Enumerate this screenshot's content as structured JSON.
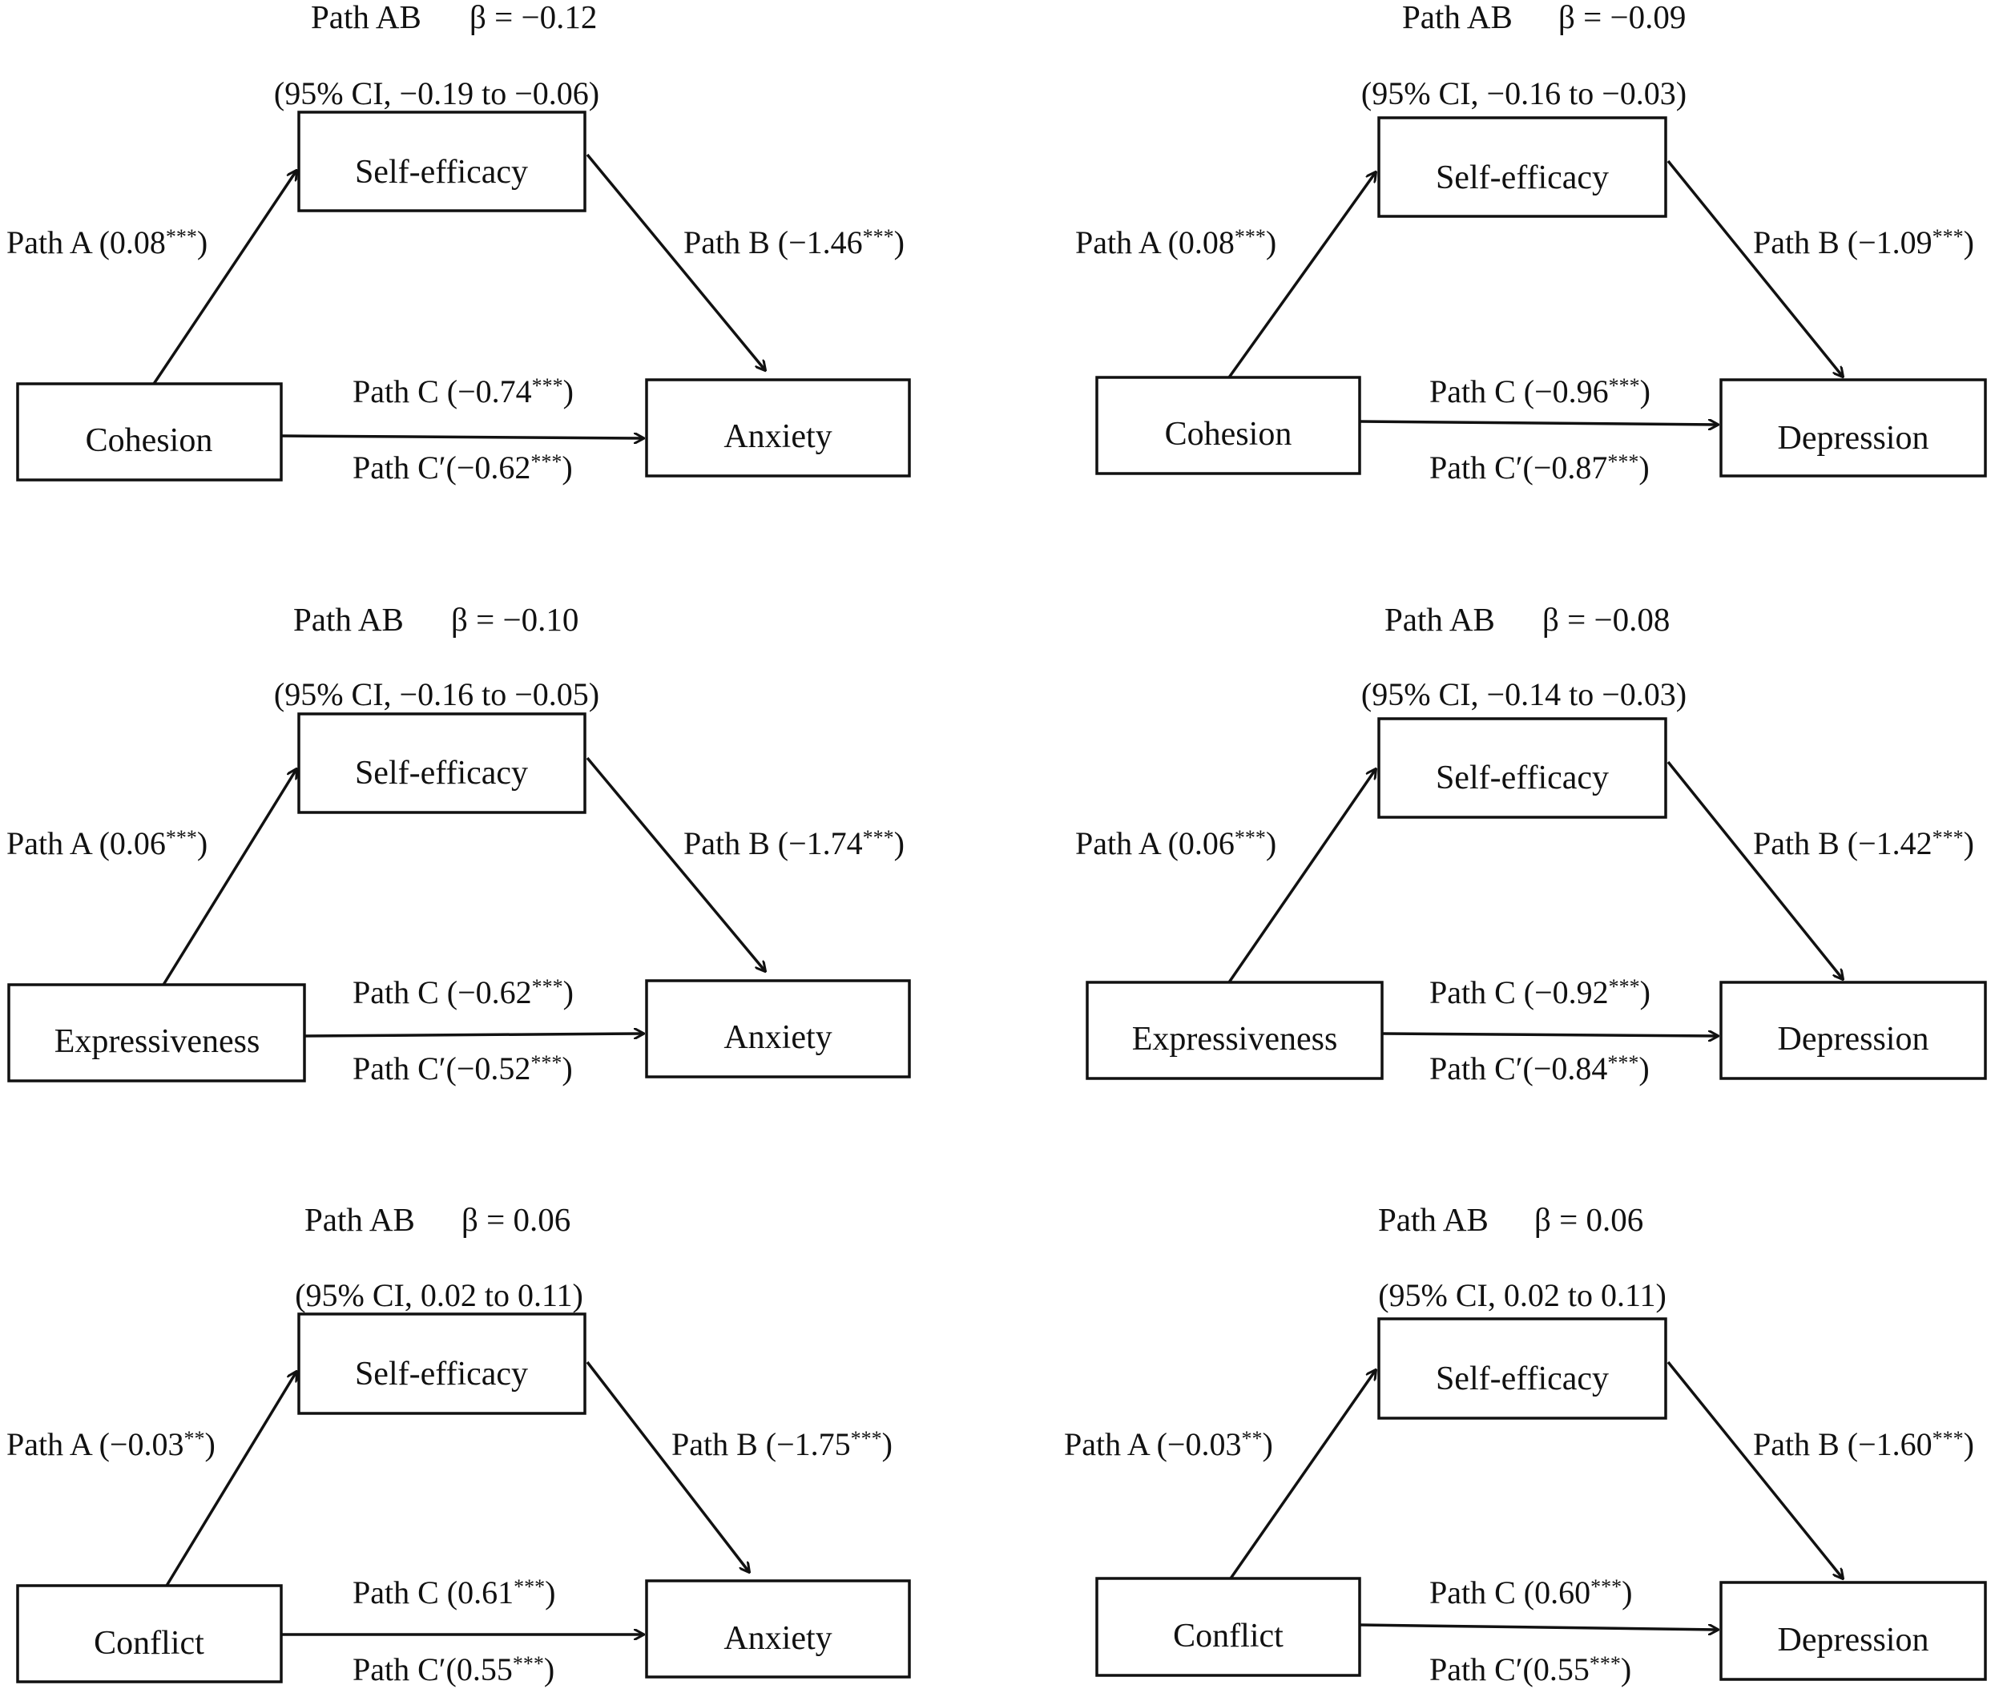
{
  "panels": [
    {
      "path_ab_label": "Path AB",
      "beta": "β = −0.12",
      "ci": "(95% CI, −0.19 to −0.06)",
      "mediator": "Self-efficacy",
      "predictor": "Cohesion",
      "outcome": "Anxiety",
      "path_a": "Path A (0.08",
      "path_a_sig": "***",
      "path_a_close": ")",
      "path_b": "Path B (−1.46",
      "path_b_sig": "***",
      "path_b_close": ")",
      "path_c": "Path C (−0.74",
      "path_c_sig": "***",
      "path_c_close": ")",
      "path_cp": "Path C′(−0.62",
      "path_cp_sig": "***",
      "path_cp_close": ")"
    },
    {
      "path_ab_label": "Path AB",
      "beta": "β = −0.09",
      "ci": "(95% CI, −0.16 to −0.03)",
      "mediator": "Self-efficacy",
      "predictor": "Cohesion",
      "outcome": "Depression",
      "path_a": "Path A (0.08",
      "path_a_sig": "***",
      "path_a_close": ")",
      "path_b": "Path B (−1.09",
      "path_b_sig": "***",
      "path_b_close": ")",
      "path_c": "Path C (−0.96",
      "path_c_sig": "***",
      "path_c_close": ")",
      "path_cp": "Path C′(−0.87",
      "path_cp_sig": "***",
      "path_cp_close": ")"
    },
    {
      "path_ab_label": "Path AB",
      "beta": "β = −0.10",
      "ci": "(95% CI, −0.16 to −0.05)",
      "mediator": "Self-efficacy",
      "predictor": "Expressiveness",
      "outcome": "Anxiety",
      "path_a": "Path A (0.06",
      "path_a_sig": "***",
      "path_a_close": ")",
      "path_b": "Path B (−1.74",
      "path_b_sig": "***",
      "path_b_close": ")",
      "path_c": "Path C (−0.62",
      "path_c_sig": "***",
      "path_c_close": ")",
      "path_cp": "Path C′(−0.52",
      "path_cp_sig": "***",
      "path_cp_close": ")"
    },
    {
      "path_ab_label": "Path AB",
      "beta": "β = −0.08",
      "ci": "(95% CI, −0.14 to −0.03)",
      "mediator": "Self-efficacy",
      "predictor": "Expressiveness",
      "outcome": "Depression",
      "path_a": "Path A (0.06",
      "path_a_sig": "***",
      "path_a_close": ")",
      "path_b": "Path B (−1.42",
      "path_b_sig": "***",
      "path_b_close": ")",
      "path_c": "Path C (−0.92",
      "path_c_sig": "***",
      "path_c_close": ")",
      "path_cp": "Path C′(−0.84",
      "path_cp_sig": "***",
      "path_cp_close": ")"
    },
    {
      "path_ab_label": "Path AB",
      "beta": "β = 0.06",
      "ci": "(95% CI, 0.02 to 0.11)",
      "mediator": "Self-efficacy",
      "predictor": "Conflict",
      "outcome": "Anxiety",
      "path_a": "Path A (−0.03",
      "path_a_sig": "**",
      "path_a_close": ")",
      "path_b": "Path B (−1.75",
      "path_b_sig": "***",
      "path_b_close": ")",
      "path_c": "Path C (0.61",
      "path_c_sig": "***",
      "path_c_close": ")",
      "path_cp": "Path C′(0.55",
      "path_cp_sig": "***",
      "path_cp_close": ")"
    },
    {
      "path_ab_label": "Path AB",
      "beta": "β = 0.06",
      "ci": "(95% CI, 0.02 to 0.11)",
      "mediator": "Self-efficacy",
      "predictor": "Conflict",
      "outcome": "Depression",
      "path_a": "Path A (−0.03",
      "path_a_sig": "**",
      "path_a_close": ")",
      "path_b": "Path B (−1.60",
      "path_b_sig": "***",
      "path_b_close": ")",
      "path_c": "Path C (0.60",
      "path_c_sig": "***",
      "path_c_close": ")",
      "path_cp": "Path C′(0.55",
      "path_cp_sig": "***",
      "path_cp_close": ")"
    }
  ]
}
